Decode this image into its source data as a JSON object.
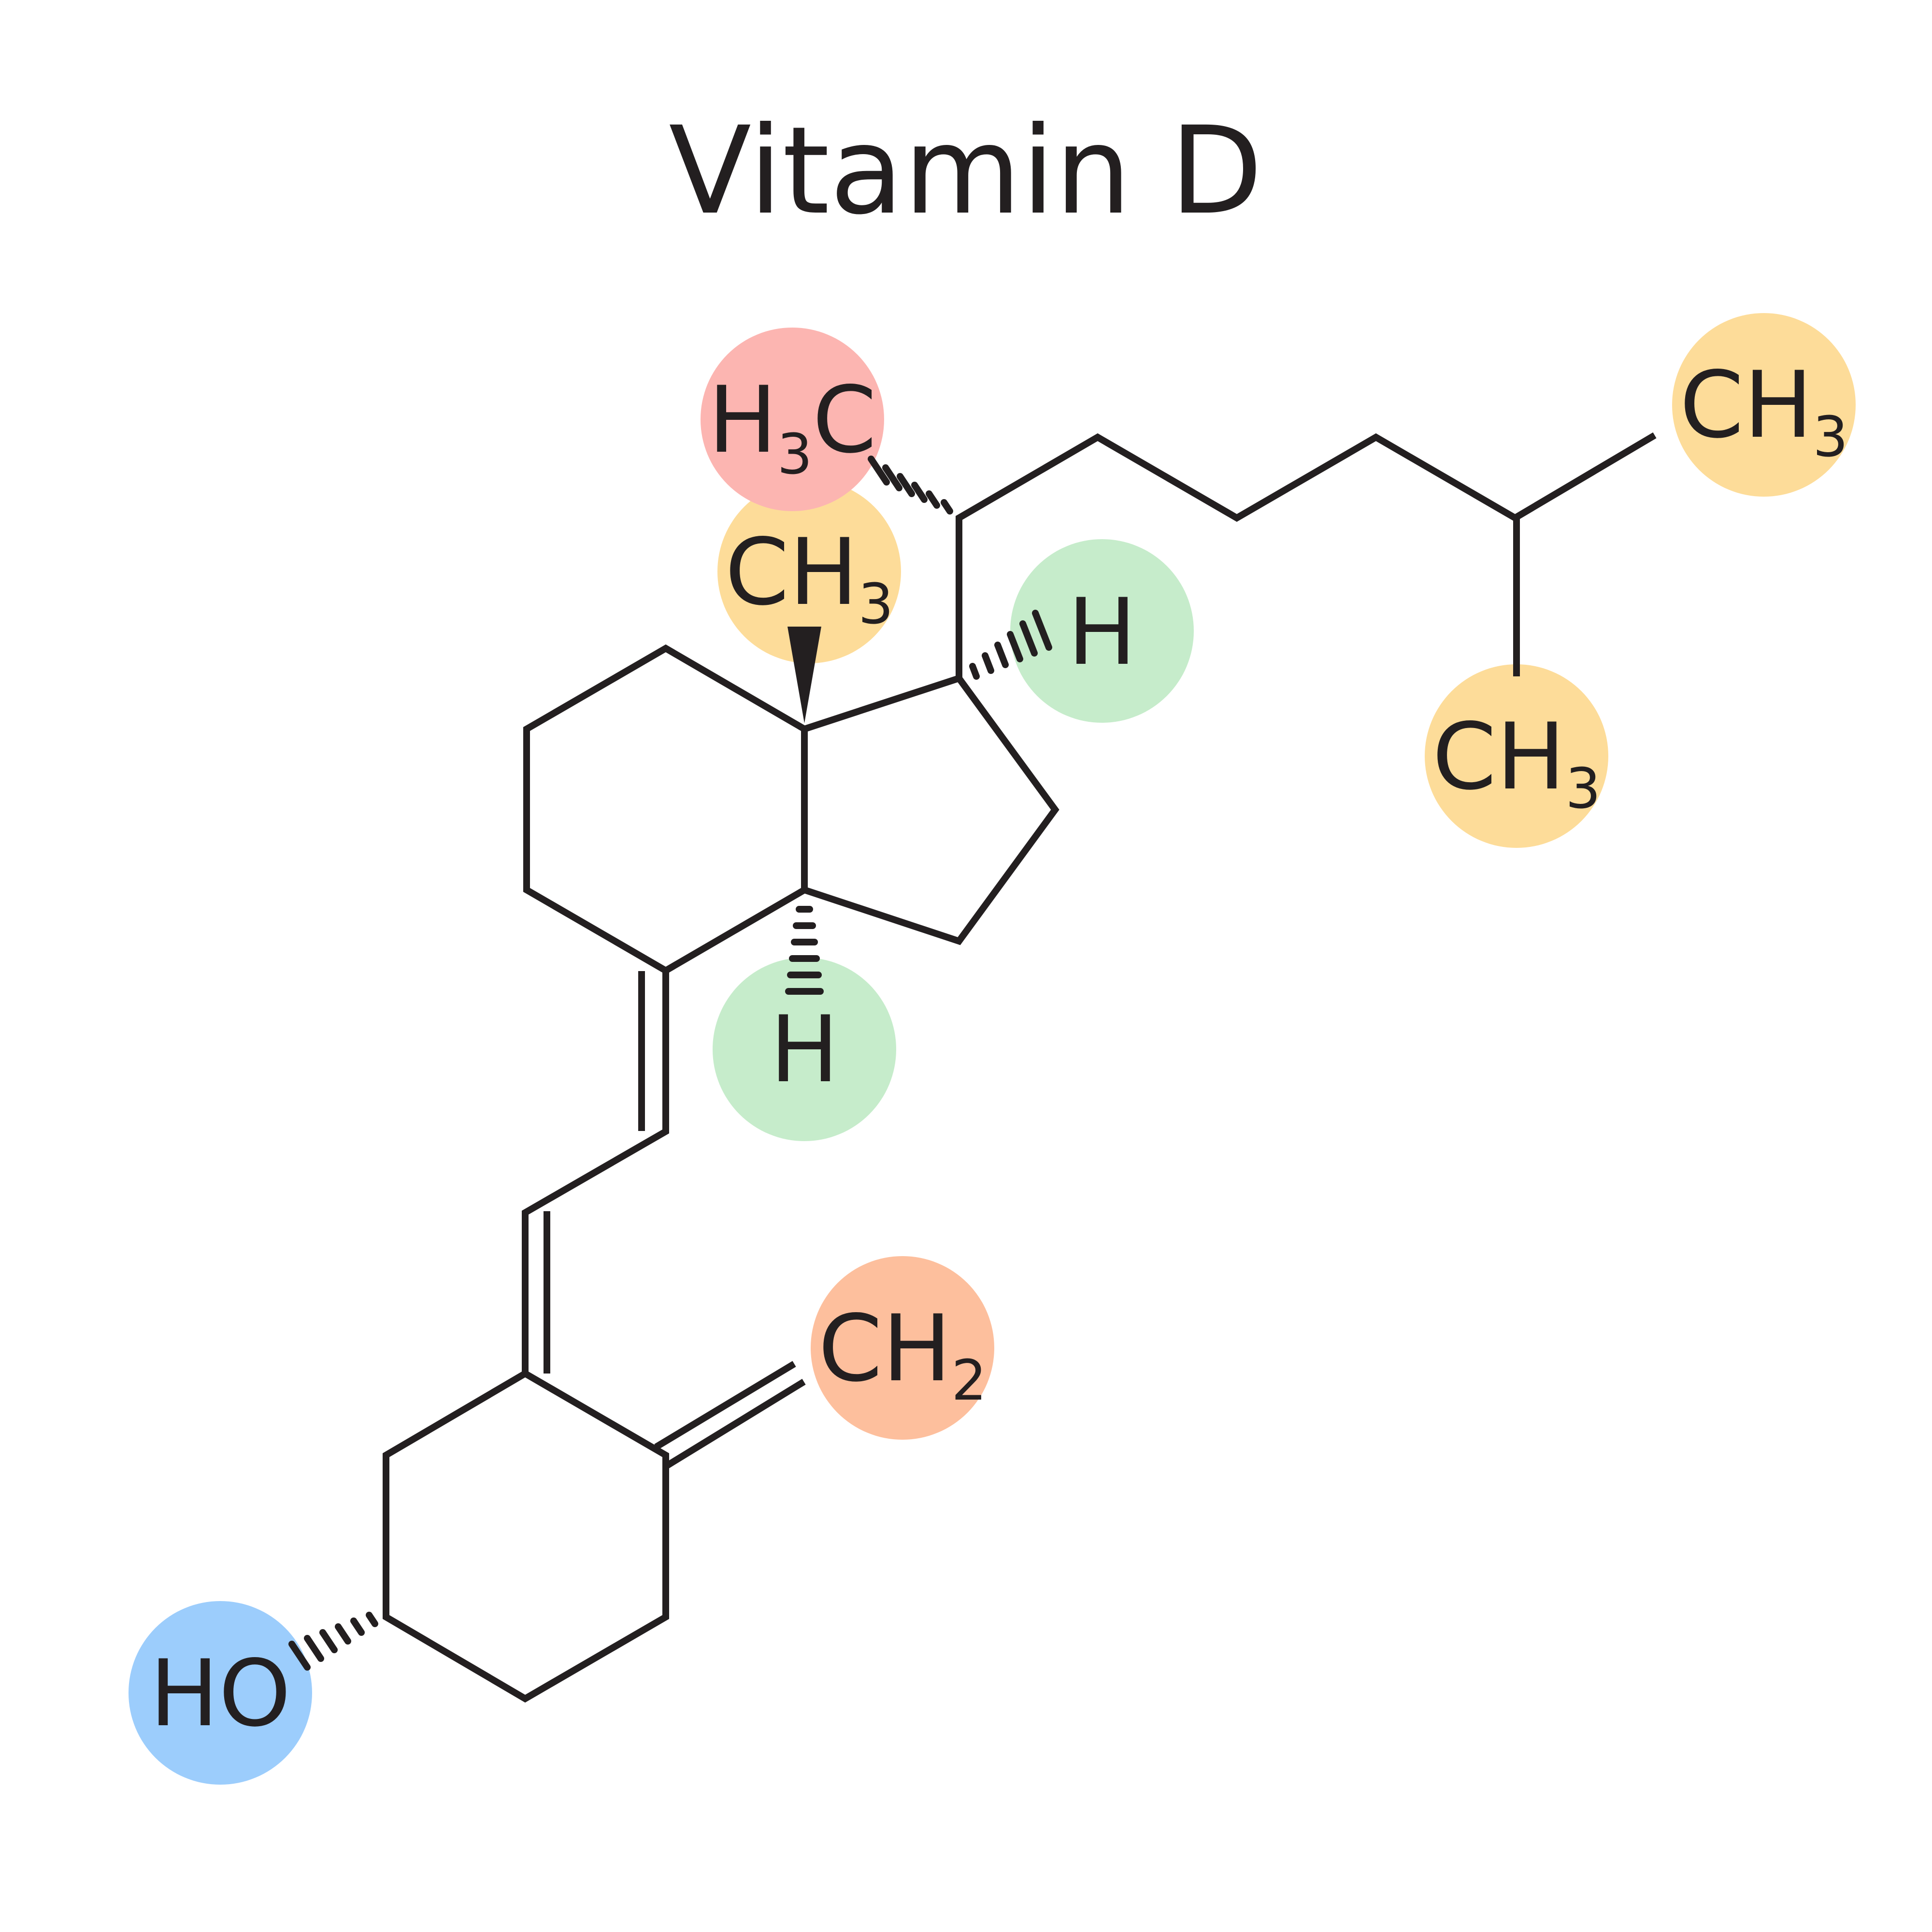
{
  "title": "Vitamin D",
  "colors": {
    "line": "#231f20",
    "methyl_highlight": "#fddc99",
    "h3c_highlight": "#fcb5b1",
    "hydrogen_highlight": "#c6eccb",
    "methylene_highlight": "#fdbf9d",
    "hydroxyl_highlight": "#9ccdfc"
  },
  "labels": {
    "h3c": {
      "main": "H",
      "sub": "3",
      "tail": "C"
    },
    "ch3_angular": {
      "main": "CH",
      "sub": "3"
    },
    "ch3_terminal_top": {
      "main": "CH",
      "sub": "3"
    },
    "ch3_branch": {
      "main": "CH",
      "sub": "3"
    },
    "h_c17": {
      "main": "H"
    },
    "h_c14": {
      "main": "H"
    },
    "ch2": {
      "main": "CH",
      "sub": "2"
    },
    "ho": {
      "main": "HO"
    }
  }
}
